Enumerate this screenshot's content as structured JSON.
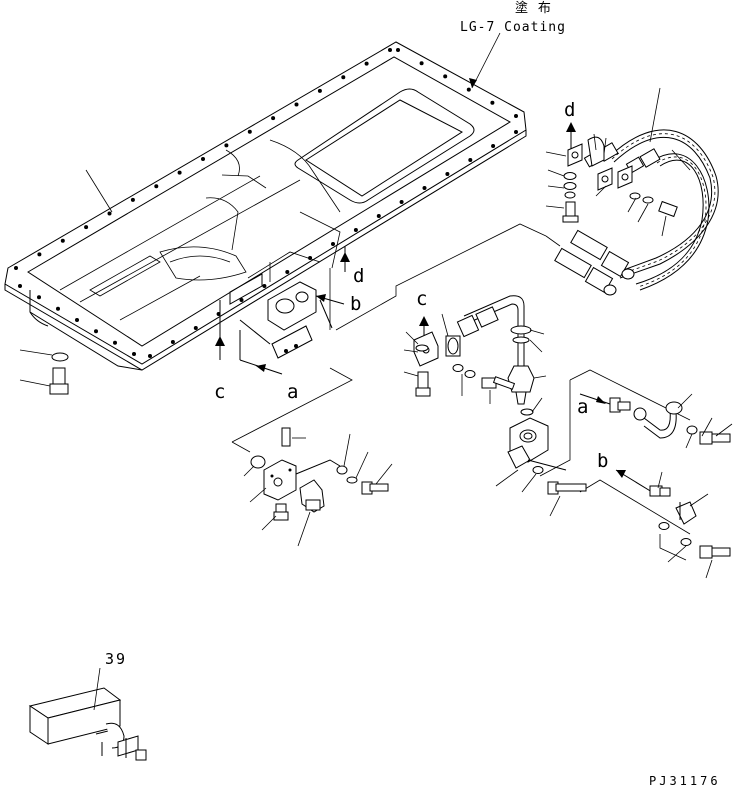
{
  "drawing": {
    "coating_label_jp": "塗 布",
    "coating_label": "LG-7 Coating",
    "drawing_code": "PJ31176",
    "item_number": "39"
  },
  "reference_letters": {
    "d_top": "d",
    "d_mid": "d",
    "b_pan": "b",
    "c_pan": "c",
    "a_pan": "a",
    "c_mid": "c",
    "a_right": "a",
    "b_right": "b"
  }
}
